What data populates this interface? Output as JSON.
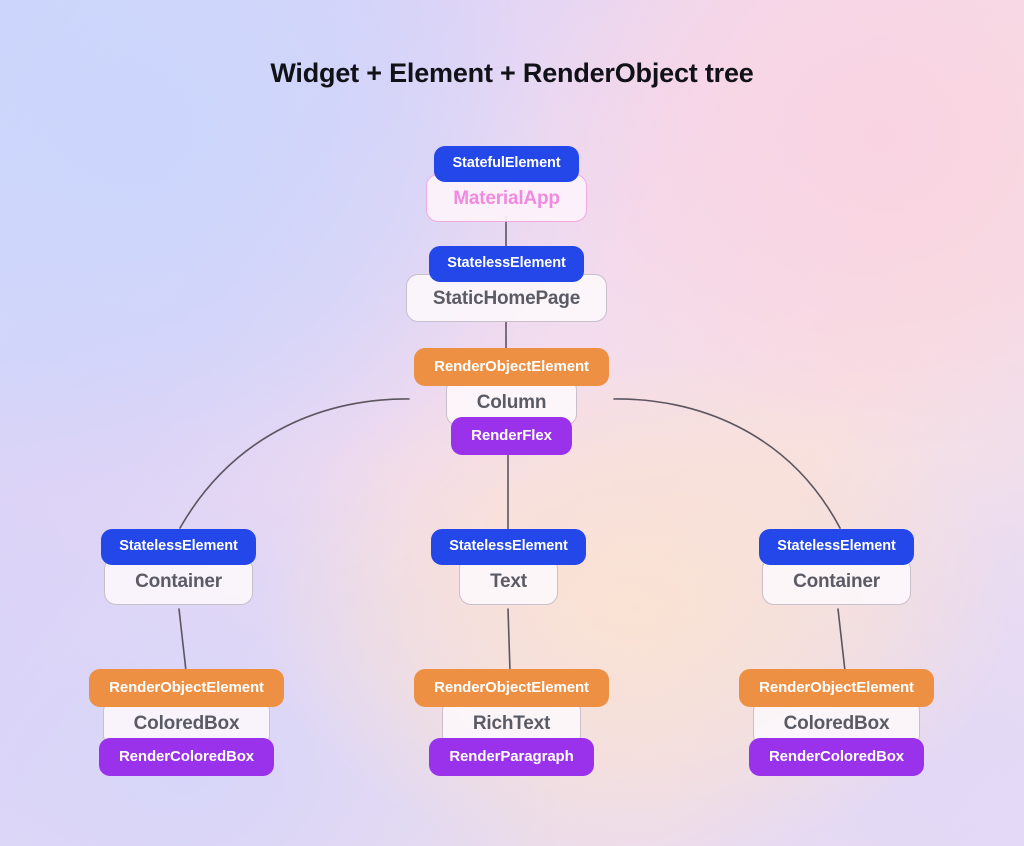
{
  "title": "Widget + Element + RenderObject tree",
  "colors": {
    "element_blue": "#2347e8",
    "render_object_orange": "#ed9044",
    "render_purple": "#9a32ec",
    "widget_text_gray": "#5b5b66",
    "material_app_pink": "#f08ade",
    "edge_line": "#5c5560"
  },
  "nodes": {
    "material_app": {
      "element_label": "StatefulElement",
      "widget_label": "MaterialApp",
      "render_label": null
    },
    "static_home_page": {
      "element_label": "StatelessElement",
      "widget_label": "StaticHomePage",
      "render_label": null
    },
    "column": {
      "element_label": "RenderObjectElement",
      "widget_label": "Column",
      "render_label": "RenderFlex"
    },
    "container_left": {
      "element_label": "StatelessElement",
      "widget_label": "Container",
      "render_label": null
    },
    "text": {
      "element_label": "StatelessElement",
      "widget_label": "Text",
      "render_label": null
    },
    "container_right": {
      "element_label": "StatelessElement",
      "widget_label": "Container",
      "render_label": null
    },
    "colored_box_left": {
      "element_label": "RenderObjectElement",
      "widget_label": "ColoredBox",
      "render_label": "RenderColoredBox"
    },
    "rich_text": {
      "element_label": "RenderObjectElement",
      "widget_label": "RichText",
      "render_label": "RenderParagraph"
    },
    "colored_box_right": {
      "element_label": "RenderObjectElement",
      "widget_label": "ColoredBox",
      "render_label": "RenderColoredBox"
    }
  },
  "edges": [
    {
      "from": "material_app",
      "to": "static_home_page",
      "style": "straight"
    },
    {
      "from": "static_home_page",
      "to": "column",
      "style": "straight"
    },
    {
      "from": "column",
      "to": "container_left",
      "style": "curve"
    },
    {
      "from": "column",
      "to": "text",
      "style": "straight"
    },
    {
      "from": "column",
      "to": "container_right",
      "style": "curve"
    },
    {
      "from": "container_left",
      "to": "colored_box_left",
      "style": "straight"
    },
    {
      "from": "text",
      "to": "rich_text",
      "style": "straight"
    },
    {
      "from": "container_right",
      "to": "colored_box_right",
      "style": "straight"
    }
  ]
}
